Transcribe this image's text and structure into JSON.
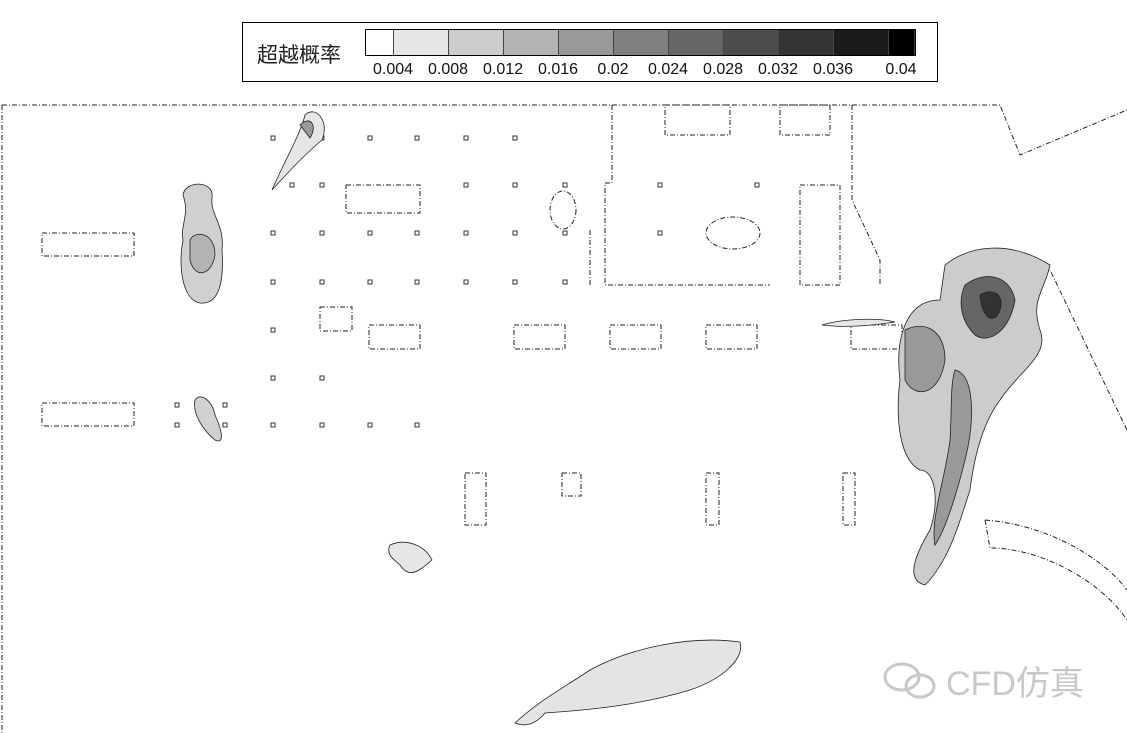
{
  "chart_data": {
    "type": "heatmap",
    "title": "",
    "legend_title": "超越概率",
    "legend_placement": "top-center",
    "levels": [
      "0.004",
      "0.008",
      "0.012",
      "0.016",
      "0.02",
      "0.024",
      "0.028",
      "0.032",
      "0.036",
      "0.04"
    ],
    "colors": [
      "#ffffff",
      "#e6e6e6",
      "#cccccc",
      "#b3b3b3",
      "#999999",
      "#808080",
      "#666666",
      "#4d4d4d",
      "#333333",
      "#1a1a1a",
      "#000000"
    ]
  },
  "watermark": {
    "text": "CFD仿真",
    "icon": "wechat-icon"
  }
}
